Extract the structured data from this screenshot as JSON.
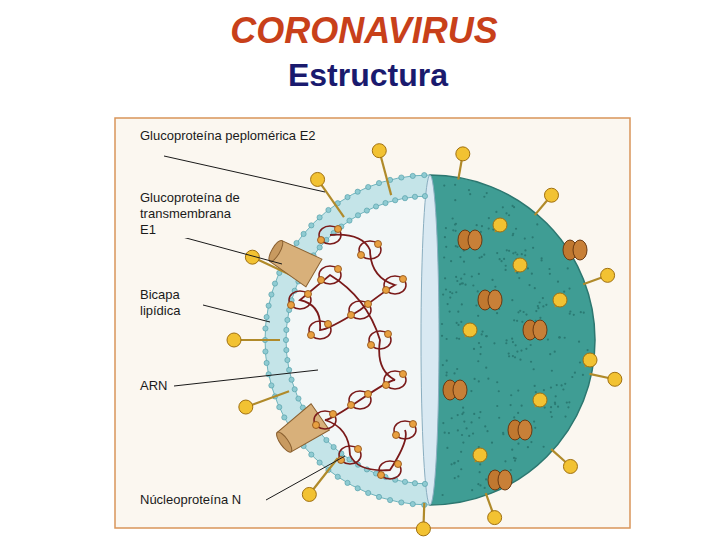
{
  "diagram": {
    "title": "CORONAVIRUS",
    "labels": [
      "Estructura",
      "Glucoproteína peplomérica E2",
      "Glucoproteína de transmembrana E1",
      "Bicapa lipídica",
      "ARN",
      "Núcleoproteína N"
    ]
  }
}
